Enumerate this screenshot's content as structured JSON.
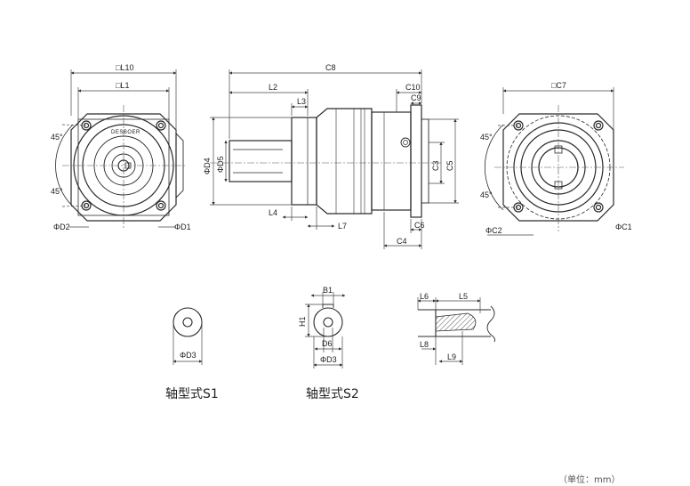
{
  "labels": {
    "L10": "□L10",
    "L1": "□L1",
    "C8": "C8",
    "L2": "L2",
    "L3": "L3",
    "C10": "C10",
    "C9": "C9",
    "C7": "□C7",
    "D4": "ΦD4",
    "D5": "ΦD5",
    "C3": "C3",
    "C5": "C5",
    "L4": "L4",
    "L7": "L7",
    "C6": "C6",
    "C4": "C4",
    "D2": "ΦD2",
    "D1": "ΦD1",
    "C2": "ΦC2",
    "C1": "ΦC1",
    "angle": "45°",
    "D3": "ΦD3",
    "B1": "B1",
    "H1": "H1",
    "D6": "D6",
    "L6": "L6",
    "L5": "L5",
    "L8": "L8",
    "L9": "L9"
  },
  "brand": "DESBOER",
  "captions": {
    "s1": "轴型式S1",
    "s2": "轴型式S2"
  },
  "unit_note": "（单位：mm）",
  "colors": {
    "line": "#2a2a2a",
    "dim": "#444444",
    "hatch": "#555555"
  }
}
